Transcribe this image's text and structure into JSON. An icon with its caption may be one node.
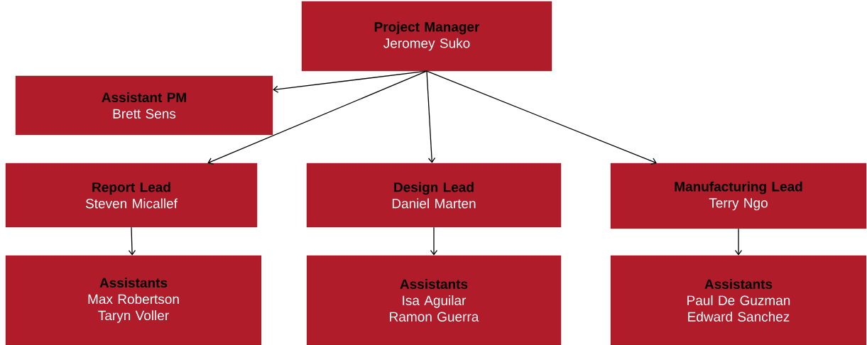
{
  "diagram": {
    "nodes": [
      {
        "text": [
          "Project Manager",
          "Jeromey Suko"
        ]
      },
      {
        "text": [
          "Assistant PM",
          "Brett Sens"
        ]
      },
      {
        "text": [
          "Report Lead",
          "Steven Micallef"
        ]
      },
      {
        "text": [
          "Design Lead",
          "Daniel Marten"
        ]
      },
      {
        "text": [
          "Manufacturing Lead",
          "Terry Ngo"
        ]
      },
      {
        "text": [
          "Assistants",
          "Max Robertson",
          "Taryn Voller"
        ]
      },
      {
        "text": [
          "Assistants",
          "Isa Aguilar",
          "Ramon Guerra"
        ]
      },
      {
        "text": [
          "Assistants",
          "Paul De Guzman",
          "Edward Sanchez"
        ]
      }
    ],
    "edges": [
      {
        "from": 0,
        "to": 1,
        "arrow": "to"
      },
      {
        "from": 0,
        "to": 2,
        "arrow": "to"
      },
      {
        "from": 0,
        "to": 3,
        "arrow": "to"
      },
      {
        "from": 0,
        "to": 4,
        "arrow": "to"
      },
      {
        "from": 2,
        "to": 5,
        "arrow": "to"
      },
      {
        "from": 3,
        "to": 6,
        "arrow": "to"
      },
      {
        "from": 4,
        "to": 7,
        "arrow": "to"
      }
    ]
  }
}
